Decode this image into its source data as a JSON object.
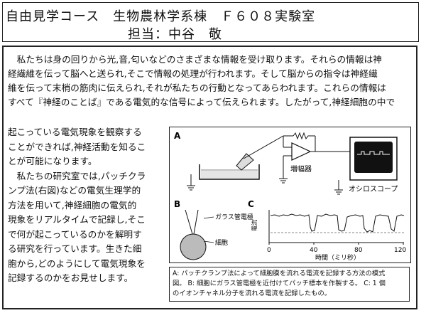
{
  "header": {
    "line1": "自由見学コース　生物農林学系棟　Ｆ６０８実験室",
    "line2": "担当：中谷　敬"
  },
  "body": {
    "full_lines": [
      "　私たちは身の回りから光,音,匂いなどのさまざまな情報を受け取ります。それらの情報は神",
      "経繊維を伝って脳へと送られ,そこで情報の処理が行われます。そして脳からの指令は神経繊",
      "維を伝って末梢の筋肉に伝えられ,それが私たちの行動となってあらわれます。これらの情報は",
      "すべて『神経のことば』である電気的な信号によって伝えられます。したがって,神経細胞の中で"
    ],
    "left_lines": [
      "起こっている電気現象を観察する",
      "ことができれば,神経活動を知るこ",
      "とが可能になります。",
      "　私たちの研究室では,パッチクラ",
      "ンプ法(右図)などの電気生理学的",
      "方法を用いて,神経細胞の電気的",
      "現象をリアルタイムで記録し,そこ",
      "で何が起こっているのかを解明す",
      "る研究を行っています。生きた細",
      "胞から,どのようにして電気現象を",
      "記録するのかをお見せします。"
    ]
  },
  "figure": {
    "panel_a": "A",
    "panel_b": "B",
    "panel_c": "C",
    "amplifier_label": "増幅器",
    "oscilloscope_label": "オシロスコープ",
    "electrode_label": "ガラス管電極",
    "cell_label": "細胞",
    "y_axis_label": "電流",
    "x_axis_label": "時間（ミリ秒）",
    "x_ticks": [
      "0",
      "40",
      "80",
      "120"
    ]
  },
  "caption": {
    "lines": [
      "A: パッチクランプ法によって細胞膜を流れる電流を記録する方法の模式",
      "図。 B: 細胞にガラス管電極を近付けてパッチ標本を作製する。 C: 1 個",
      "のイオンチャネル分子を流れる電流を記録したもの。"
    ]
  }
}
